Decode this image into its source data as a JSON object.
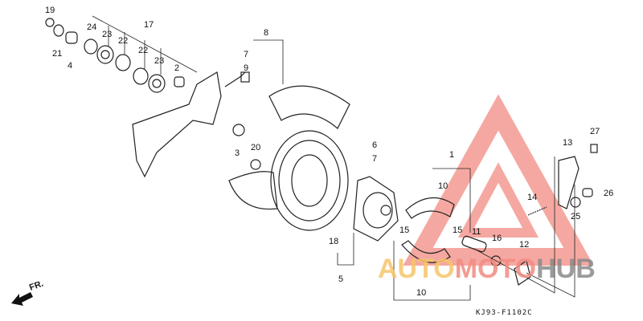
{
  "diagram": {
    "callouts": [
      "19",
      "21",
      "4",
      "24",
      "23",
      "22",
      "22",
      "23",
      "17",
      "2",
      "8",
      "7",
      "9",
      "3",
      "20",
      "6",
      "7",
      "1",
      "10",
      "15",
      "15",
      "11",
      "16",
      "12",
      "10",
      "18",
      "5",
      "13",
      "27",
      "14",
      "26",
      "25"
    ],
    "front_indicator": "FR.",
    "drawing_code": "KJ93-F1102C"
  },
  "watermark": {
    "text_part1": "AUTO",
    "text_part2": "MOTO",
    "text_part3": "HUB",
    "colors": {
      "auto": "#f7c56a",
      "moto": "#f28b82",
      "hub": "#8a8a8a",
      "triangle": "#f28b82"
    }
  }
}
